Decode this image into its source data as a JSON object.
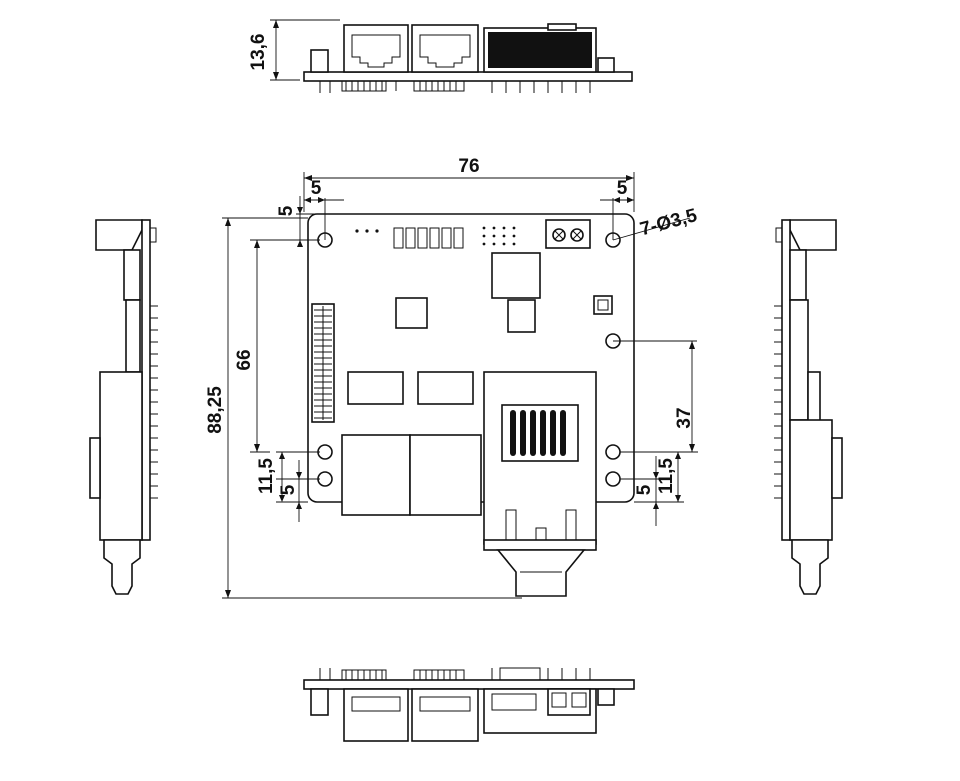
{
  "diagram": {
    "labels": {
      "top_height": "13,6",
      "width_total": "76",
      "hole_offset_left": "5",
      "hole_offset_right": "5",
      "hole_offset_top": "5",
      "hole_spec": "7-Ø3,5",
      "hole_span_vertical": "66",
      "height_total": "88,25",
      "left_lower_a": "11,5",
      "left_lower_b": "5",
      "right_hole_span": "37",
      "right_lower_a": "5",
      "right_lower_b": "11,5"
    }
  }
}
